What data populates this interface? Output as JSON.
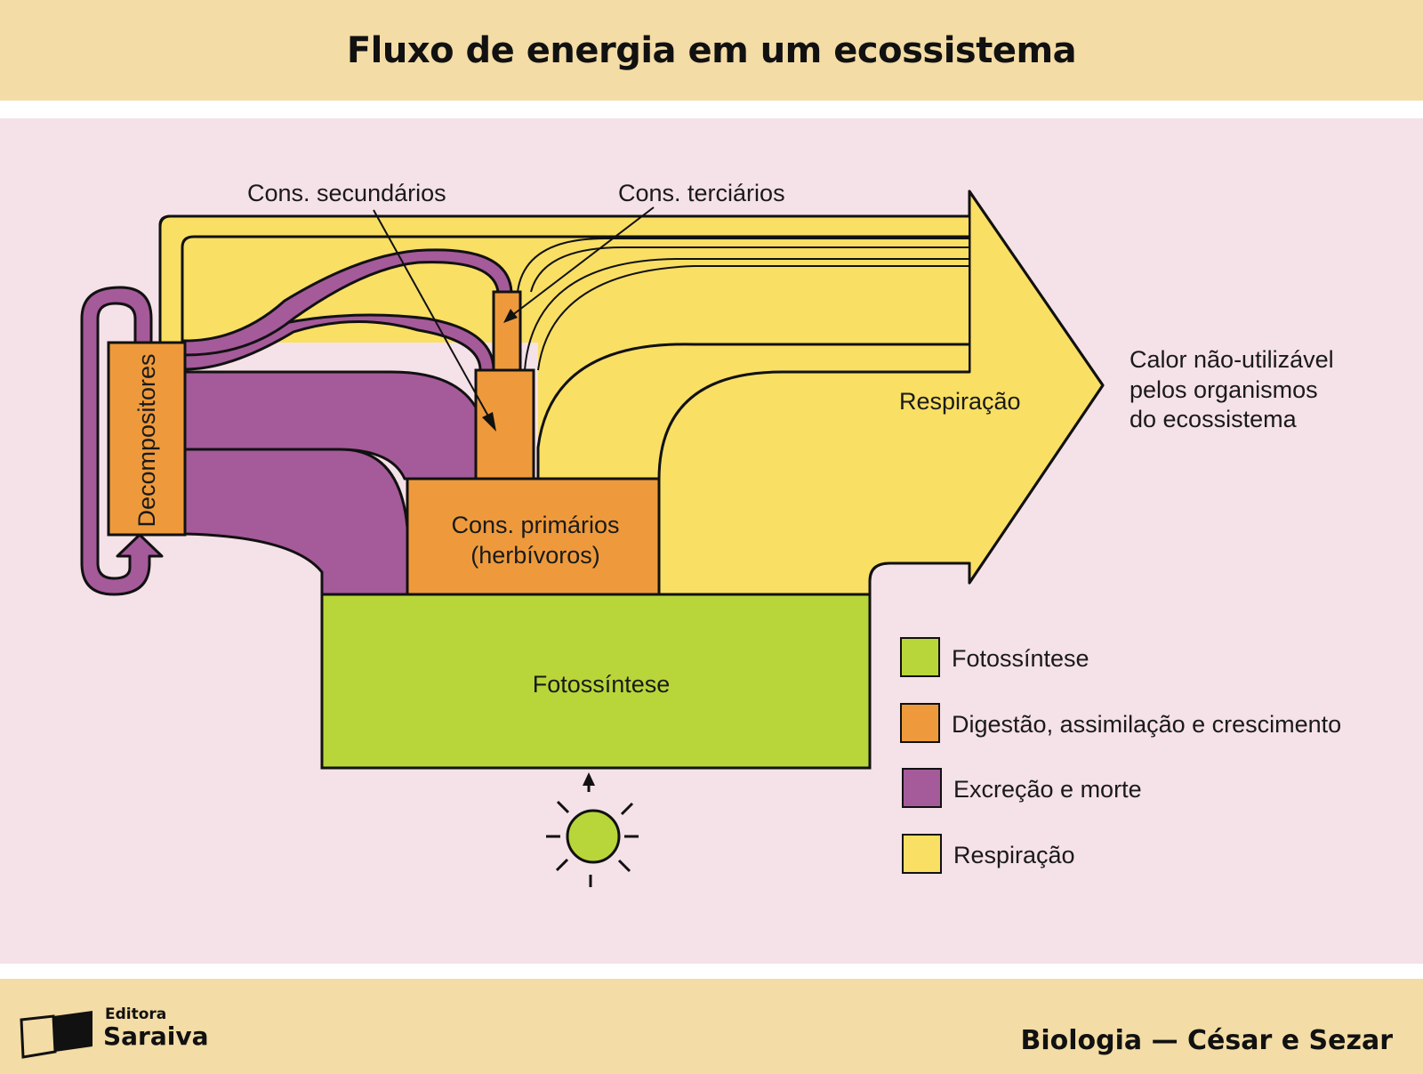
{
  "title": "Fluxo de energia em um ecossistema",
  "colors": {
    "fotossintese": "#b8d63a",
    "digestao": "#ee9a3c",
    "excrecao": "#a55a9a",
    "respiracao": "#f9df64",
    "background": "#f5e1e8",
    "header": "#f3dca5"
  },
  "diagram": {
    "decompositores": "Decompositores",
    "cons_secundarios": "Cons. secundários",
    "cons_terciarios": "Cons. terciários",
    "cons_primarios_line1": "Cons. primários",
    "cons_primarios_line2": "(herbívoros)",
    "fotossintese": "Fotossíntese",
    "respiracao": "Respiração",
    "calor_line1": "Calor não-utilizável",
    "calor_line2": "pelos organismos",
    "calor_line3": "do ecossistema",
    "sun_icon": "sun-icon"
  },
  "legend": [
    {
      "label": "Fotossíntese",
      "color": "#b8d63a"
    },
    {
      "label": "Digestão, assimilação e crescimento",
      "color": "#ee9a3c"
    },
    {
      "label": "Excreção e morte",
      "color": "#a55a9a"
    },
    {
      "label": "Respiração",
      "color": "#f9df64"
    }
  ],
  "footer": {
    "publisher_line1": "Editora",
    "publisher_line2": "Saraiva",
    "credit": "Biologia — César e Sezar"
  }
}
